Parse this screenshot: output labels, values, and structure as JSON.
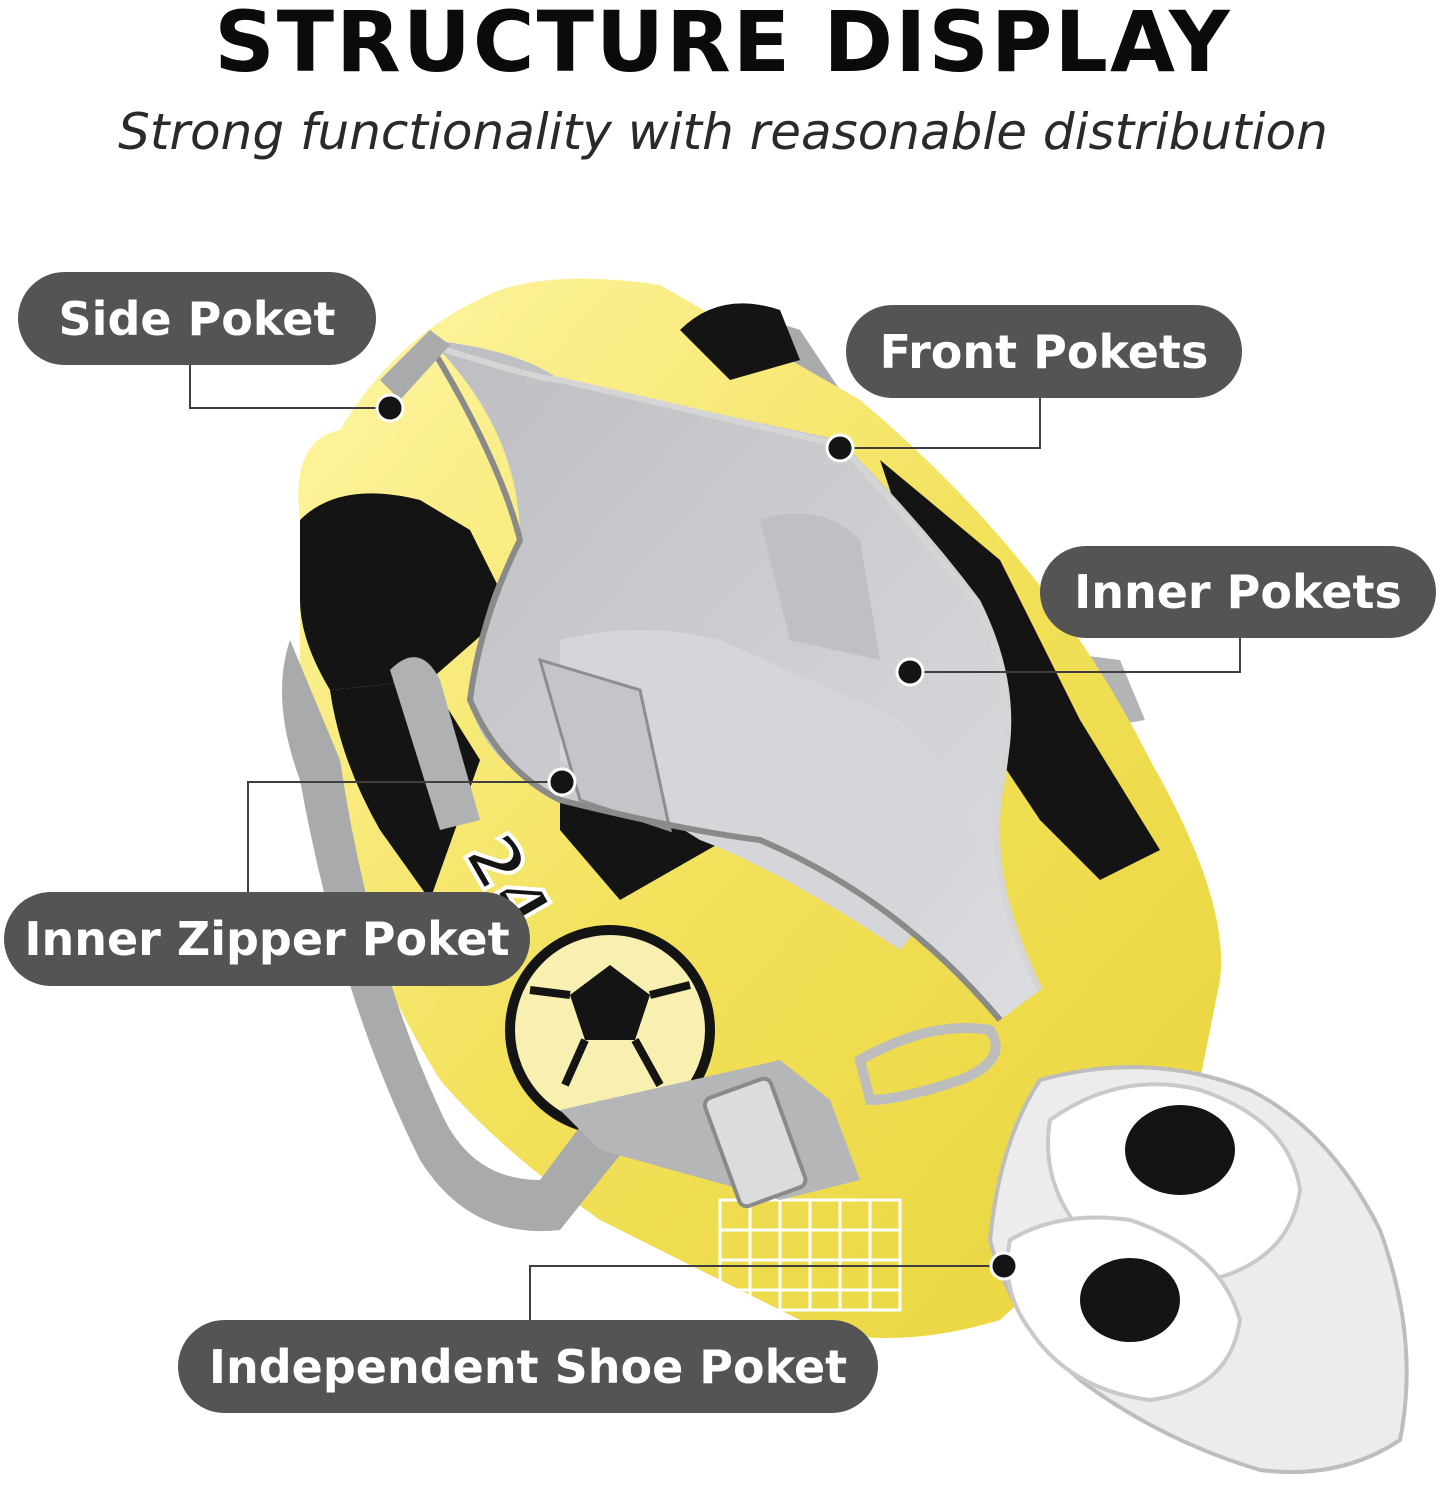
{
  "header": {
    "title": "STRUCTURE DISPLAY",
    "subtitle": "Strong functionality with reasonable distribution"
  },
  "callouts": {
    "side_pocket": "Side Poket",
    "front_pockets": "Front Pokets",
    "inner_pockets": "Inner Pokets",
    "inner_zipper_pocket": "Inner Zipper Poket",
    "shoe_pocket": "Independent Shoe Poket"
  },
  "product": {
    "bag_number": "24",
    "colors": {
      "yellow": "#f2e15a",
      "black": "#141414",
      "grey_lining": "#c9cacd",
      "strap_grey": "#a9aaac",
      "pill_grey": "#545454"
    }
  }
}
